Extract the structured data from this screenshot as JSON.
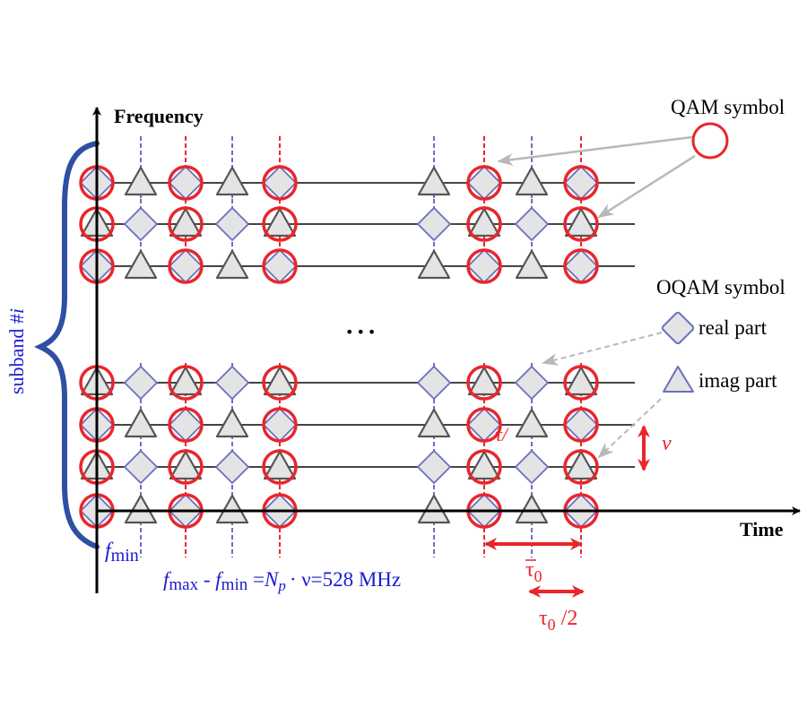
{
  "diagram": {
    "axis_y_label": "Frequency",
    "axis_x_label": "Time",
    "subband_label": "subband #",
    "subband_index": "i",
    "fmin_label_f": "f",
    "fmin_label_sub": "min",
    "bandwidth_eq": {
      "f1": "f",
      "sub1": "max",
      "minus": " - ",
      "f2": "f",
      "sub2": "min",
      "eq": " =",
      "n": "N",
      "nsub": "p",
      "rest": "· ν=528 MHz"
    },
    "ellipsis": "•••",
    "legend": {
      "qam_title": "QAM symbol",
      "oqam_title": "OQAM symbol",
      "real_part": "real part",
      "imag_part": "imag part"
    },
    "annotations": {
      "tau_over": "τ/",
      "nu": "ν",
      "tau0": "τ",
      "tau0_sub": "0",
      "tau0_half": "τ",
      "tau0_half_sub": "0",
      "tau0_half_suffix": " /2"
    },
    "colors": {
      "qam_red": "#e8262c",
      "oqam_blue": "#6a6fc0",
      "brace_blue": "#2e4fa3",
      "text_blue": "#1a1ad0",
      "fill_gray": "#e4e4e4",
      "triangle_stroke": "#555555",
      "arrow_gray": "#b8b8b8"
    },
    "grid": {
      "column_types": [
        "red",
        "blue",
        "red",
        "blue",
        "red",
        "blue",
        "red",
        "blue",
        "red"
      ],
      "rows_top_group": 3,
      "rows_bottom_group": 4
    }
  }
}
